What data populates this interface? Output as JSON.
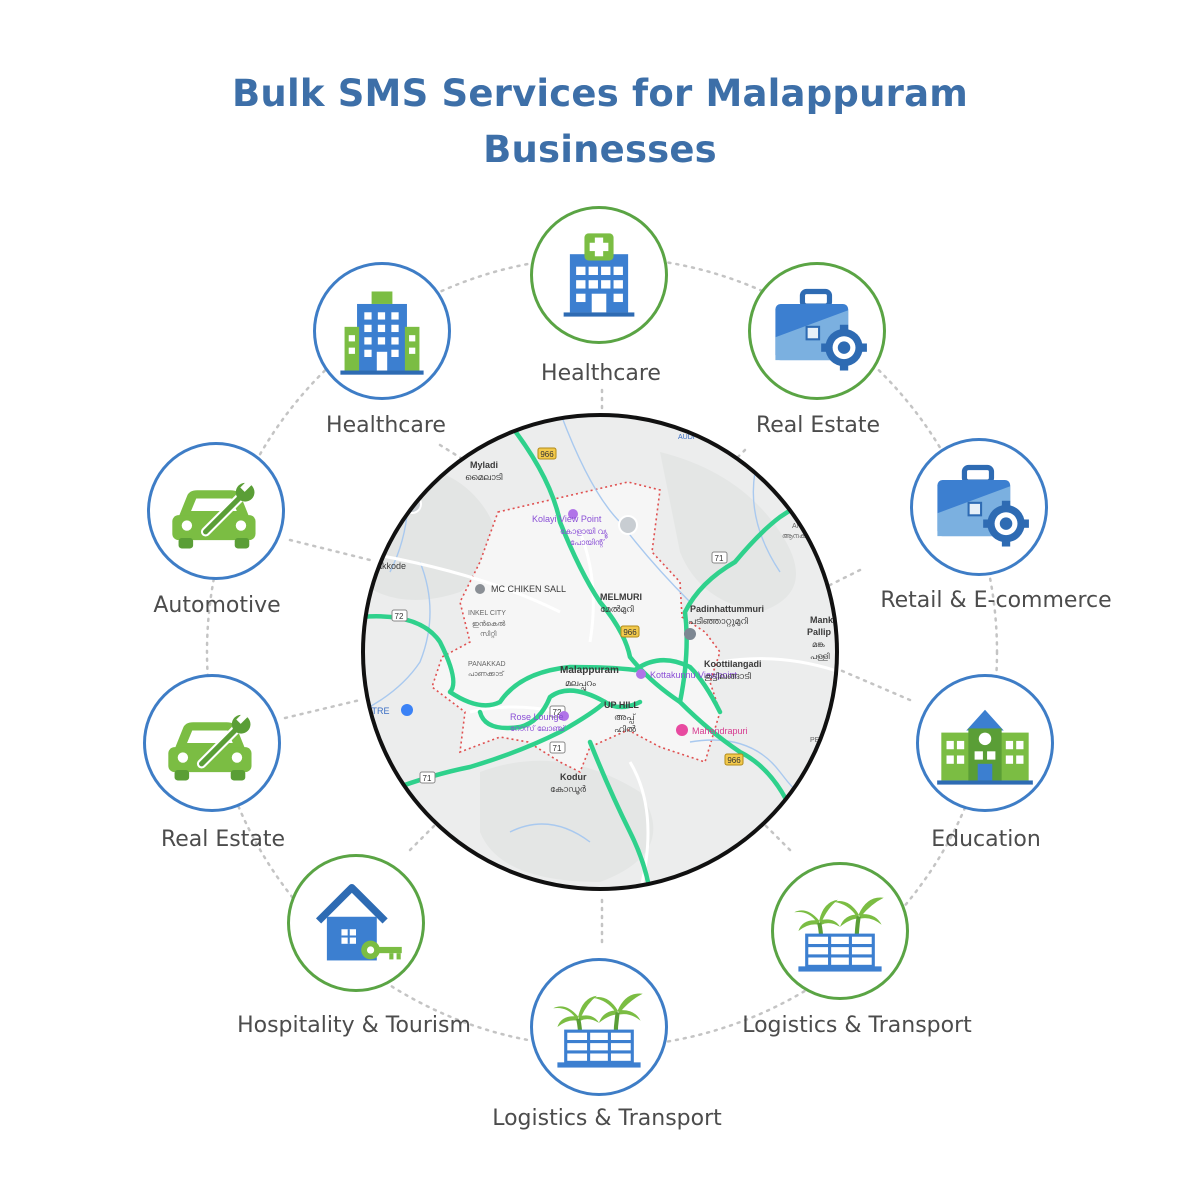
{
  "title_line1": "Bulk SMS Services for Malappuram",
  "title_line2": "Businesses",
  "sectors": [
    {
      "label": "Healthcare",
      "icon": "hospital-icon"
    },
    {
      "label": "Real Estate",
      "icon": "briefcase-gear-icon"
    },
    {
      "label": "Retail & E-commerce",
      "icon": "briefcase-gear-icon"
    },
    {
      "label": "Education",
      "icon": "school-building-icon"
    },
    {
      "label": "Logistics & Transport",
      "icon": "palm-resort-icon"
    },
    {
      "label": "Logistics & Transport",
      "icon": "palm-resort-icon"
    },
    {
      "label": "Hospitality & Tourism",
      "icon": "house-key-icon"
    },
    {
      "label": "Real Estate",
      "icon": "car-wrench-icon"
    },
    {
      "label": "Automotive",
      "icon": "car-wrench-icon"
    },
    {
      "label": "Healthcare",
      "icon": "office-building-icon"
    }
  ],
  "colors": {
    "title": "#3d6fa8",
    "green_ring": "#5aa444",
    "blue_ring": "#3e7dc6",
    "route": "#2fd18c",
    "boundary": "#e05050"
  },
  "map": {
    "places": {
      "myladi": "Myladi",
      "myladi_ml": "മൈലാടി",
      "kolayi": "Kolayi View Point",
      "kolayi_ml1": "കോളായി വ്യൂ",
      "kolayi_ml2": "പോയിന്റ്",
      "nakkode": "nakkode",
      "mc_chiken": "MC CHIKEN SALL",
      "inkel": "INKEL CITY",
      "inkel_ml1": "ഇൻകെൽ",
      "inkel_ml2": "സിറ്റി",
      "melmuri": "MELMURI",
      "melmuri_ml": "മേൽമുറി",
      "padinhattummuri": "Padinhattummuri",
      "padinhattummuri_ml": "പടിഞ്ഞാറ്റുമുറി",
      "panakkad": "PANAKKAD",
      "panakkad_ml": "പാണക്കാട്",
      "malappuram": "Malappuram",
      "malappuram_ml": "മലപ്പുറം",
      "kottakunnu": "Kottakunnu Viewpoint",
      "koottilangadi": "Koottilangadi",
      "koottilangadi_ml": "കൂട്ടിലങ്ങാടി",
      "ntre": "NTRE",
      "rose_lounge": "Rose Lounge",
      "rose_lounge_ml": "റോസ് ലോഞ്ച്",
      "up_hill": "UP HILL",
      "up_hill_ml1": "അപ്പ്",
      "up_hill_ml2": "ഹിൽ",
      "mahendrapuri": "Mahendrapuri",
      "kodur": "Kodur",
      "kodur_ml": "കോഡൂർ",
      "audi": "AUDI",
      "anakkaya": "ANAKKAYA",
      "anakkaya_ml": "ആനക്കയം",
      "mank": "Mank",
      "pallip": "Pallip",
      "ml_ma": "മങ്ക",
      "ml_palli": "പള്ളി",
      "pe": "PE"
    },
    "shields": {
      "r966": "966",
      "r72": "72",
      "r71": "71"
    }
  }
}
